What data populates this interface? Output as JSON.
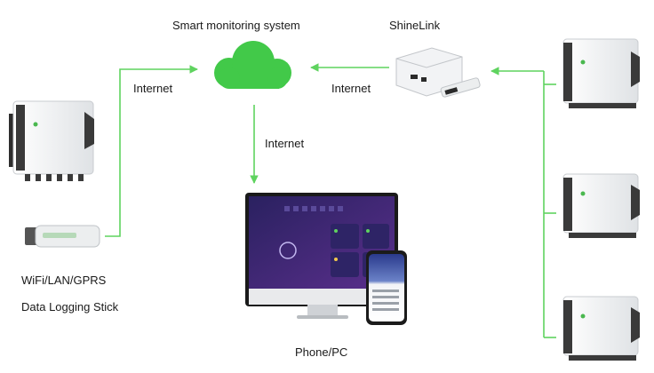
{
  "labels": {
    "cloud": "Smart monitoring system",
    "shinelink": "ShineLink",
    "internet_left": "Internet",
    "internet_mid": "Internet",
    "internet_down": "Internet",
    "stick_line1": "WiFi/LAN/GPRS",
    "stick_line2": "Data Logging Stick",
    "device": "Phone/PC"
  },
  "colors": {
    "connector": "#5fd35f",
    "cloud": "#42c949",
    "inverter_body": "#f4f5f6",
    "dashboard_bg": "#3b2a6e"
  },
  "icons": [
    "inverter-icon",
    "data-logging-stick-icon",
    "cloud-icon",
    "shinelink-router-icon",
    "monitor-icon",
    "phone-icon"
  ]
}
